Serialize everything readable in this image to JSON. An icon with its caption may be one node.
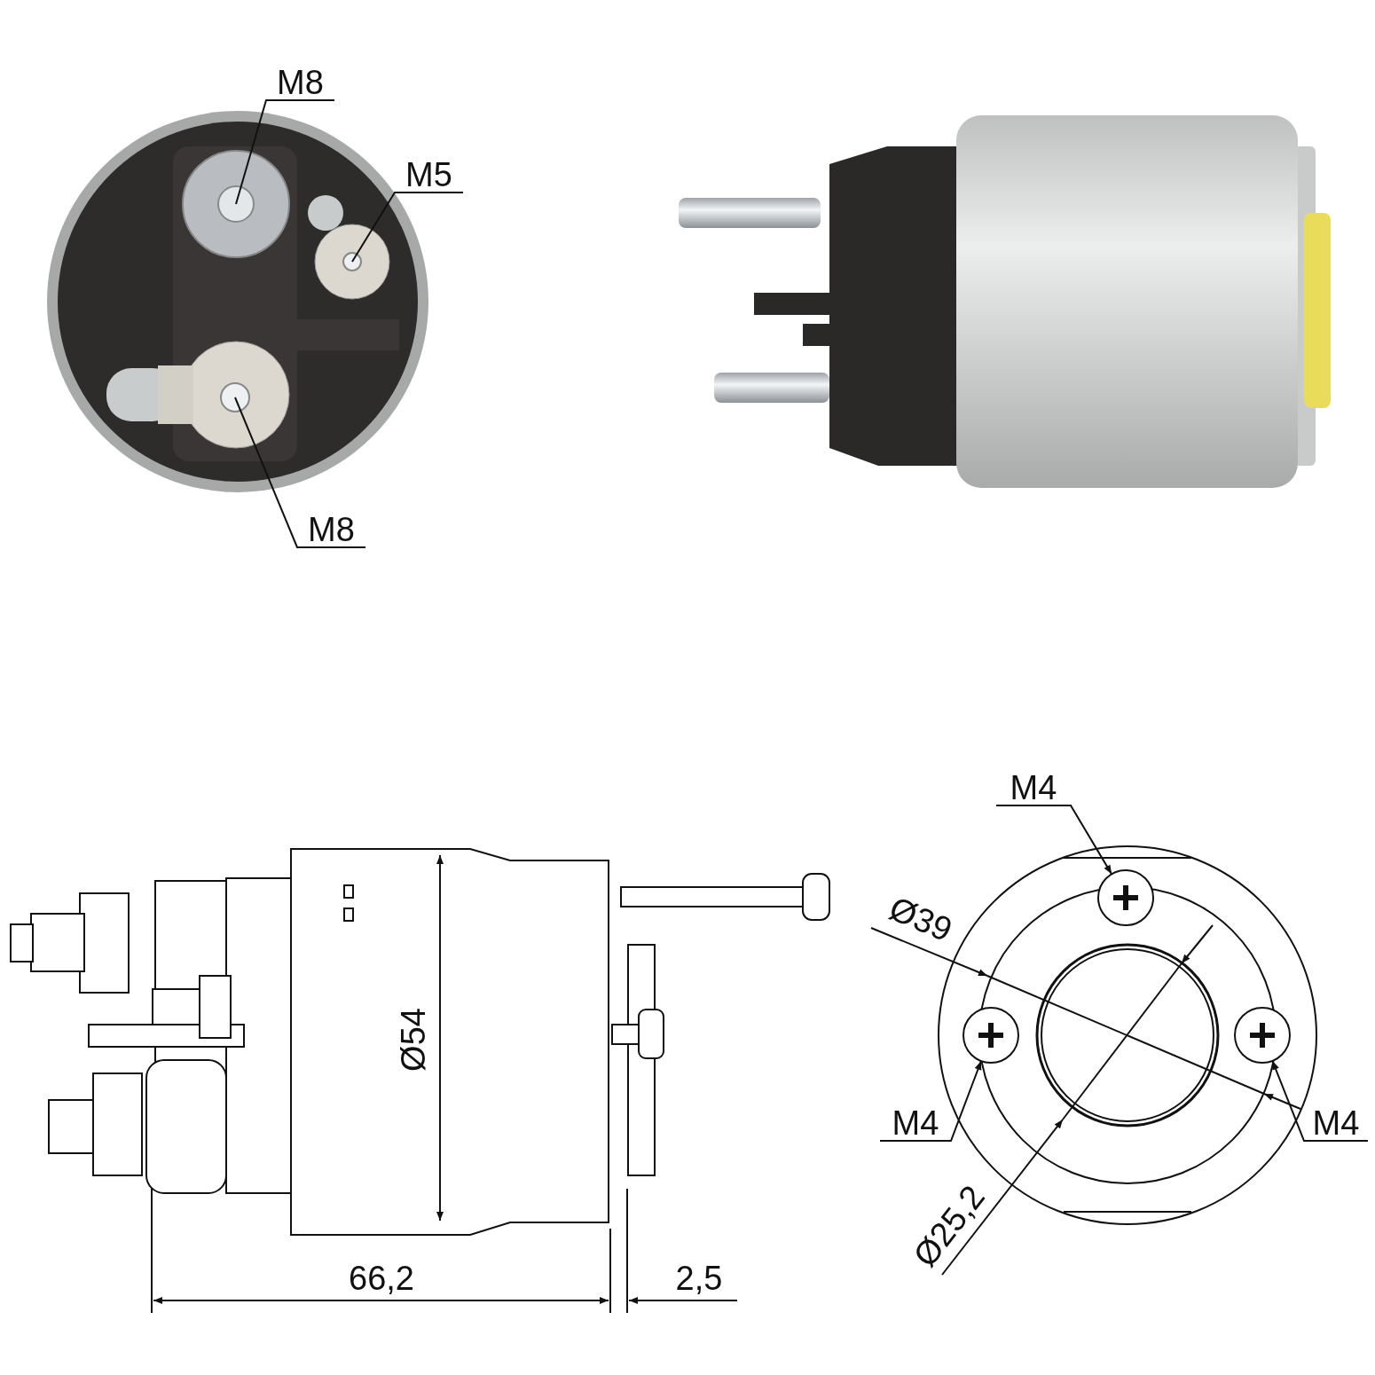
{
  "diagram": {
    "nodes": [
      {
        "text": [
          "M8"
        ]
      },
      {
        "text": [
          "M5"
        ]
      },
      {
        "text": [
          "M8"
        ]
      },
      {
        "text": [
          "M4"
        ]
      },
      {
        "text": [
          "M4"
        ]
      },
      {
        "text": [
          "M4"
        ]
      },
      {
        "text": [],
        "shape": "circle"
      },
      {
        "text": [],
        "shape": "circle"
      },
      {
        "text": [],
        "shape": "circle"
      },
      {
        "text": [],
        "shape": "circle"
      },
      {
        "text": [],
        "shape": "circle"
      },
      {
        "text": [],
        "shape": "circle"
      }
    ],
    "edges": [
      {
        "from": 0,
        "to": 6,
        "arrow": "none"
      },
      {
        "from": 1,
        "to": 7,
        "arrow": "none"
      },
      {
        "from": 2,
        "to": 8,
        "arrow": "none"
      },
      {
        "from": 3,
        "to": 9,
        "arrow": "to"
      },
      {
        "from": 4,
        "to": 10,
        "arrow": "to"
      },
      {
        "from": 5,
        "to": 11,
        "arrow": "to"
      }
    ],
    "labels": [
      "Ø54",
      "66,2",
      "2,5",
      "Ø39",
      "Ø25,2"
    ]
  }
}
